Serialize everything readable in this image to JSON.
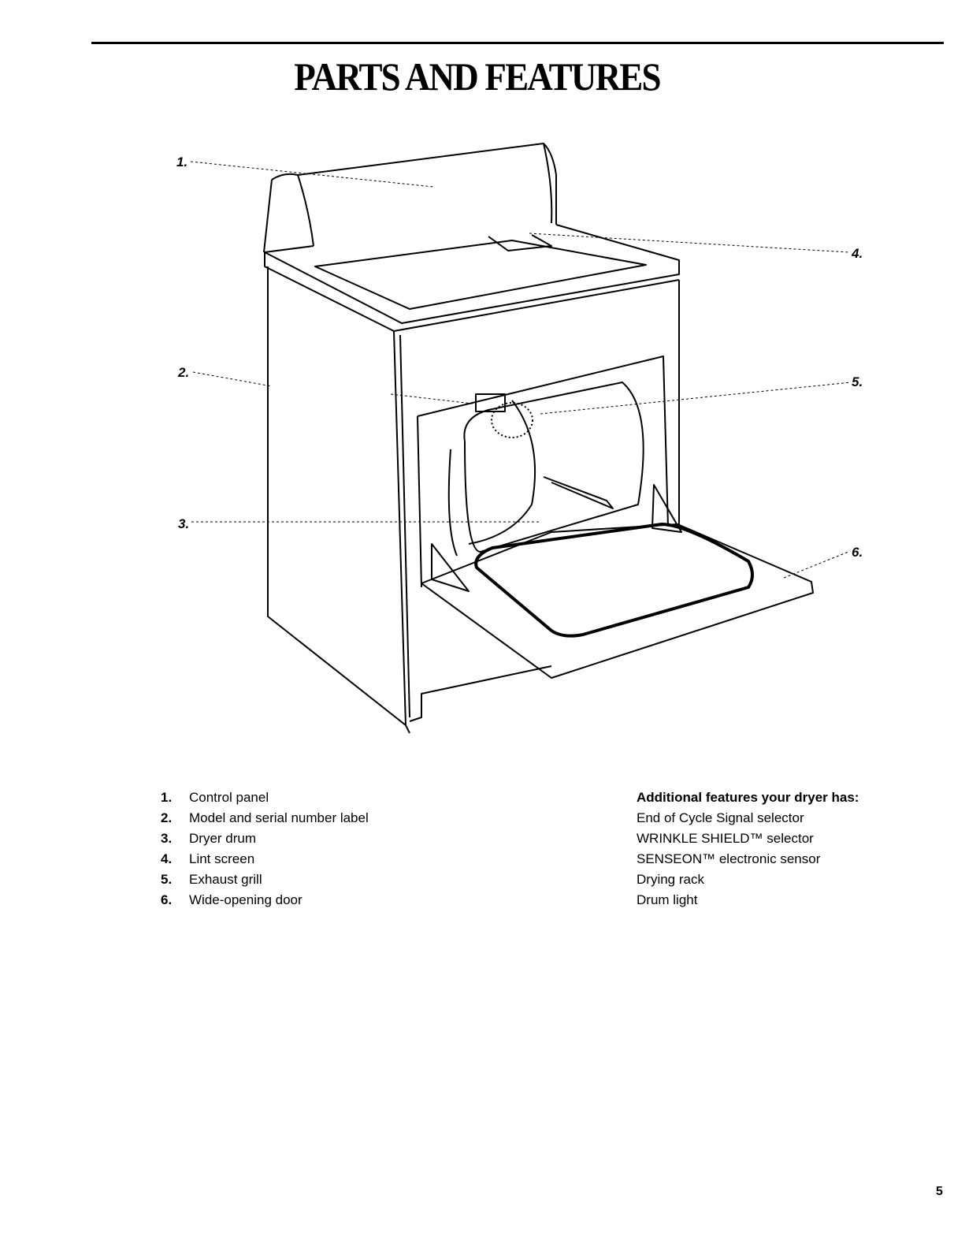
{
  "page": {
    "title": "PARTS AND FEATURES",
    "page_number": "5"
  },
  "diagram": {
    "callouts": [
      "1.",
      "2.",
      "3.",
      "4.",
      "5.",
      "6."
    ]
  },
  "parts": [
    {
      "num": "1.",
      "label": "Control panel"
    },
    {
      "num": "2.",
      "label": "Model and serial number label"
    },
    {
      "num": "3.",
      "label": "Dryer drum"
    },
    {
      "num": "4.",
      "label": "Lint screen"
    },
    {
      "num": "5.",
      "label": "Exhaust grill"
    },
    {
      "num": "6.",
      "label": "Wide-opening door"
    }
  ],
  "features": {
    "heading": "Additional features your dryer has:",
    "items": [
      "End of Cycle Signal selector",
      "WRINKLE SHIELD™ selector",
      "SENSEON™ electronic sensor",
      "Drying rack",
      "Drum light"
    ]
  }
}
